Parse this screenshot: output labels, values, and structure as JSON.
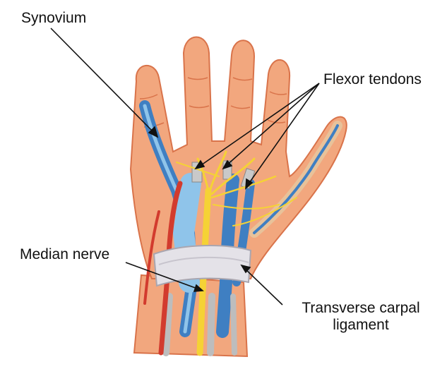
{
  "labels": {
    "synovium": "Synovium",
    "flexor_tendons": "Flexor tendons",
    "median_nerve": "Median nerve",
    "transverse_carpal_ligament_line1": "Transverse carpal",
    "transverse_carpal_ligament_line2": "ligament"
  },
  "colors": {
    "skin": "#f2a77e",
    "skin_shadow": "#d9734a",
    "synovium": "#3f7fc2",
    "synovium_light": "#8fc4ea",
    "nerve": "#f5d235",
    "artery": "#d23b2e",
    "ligament": "#e4e2e8",
    "tendon": "#c9c9c9",
    "leader_line": "#111111"
  }
}
